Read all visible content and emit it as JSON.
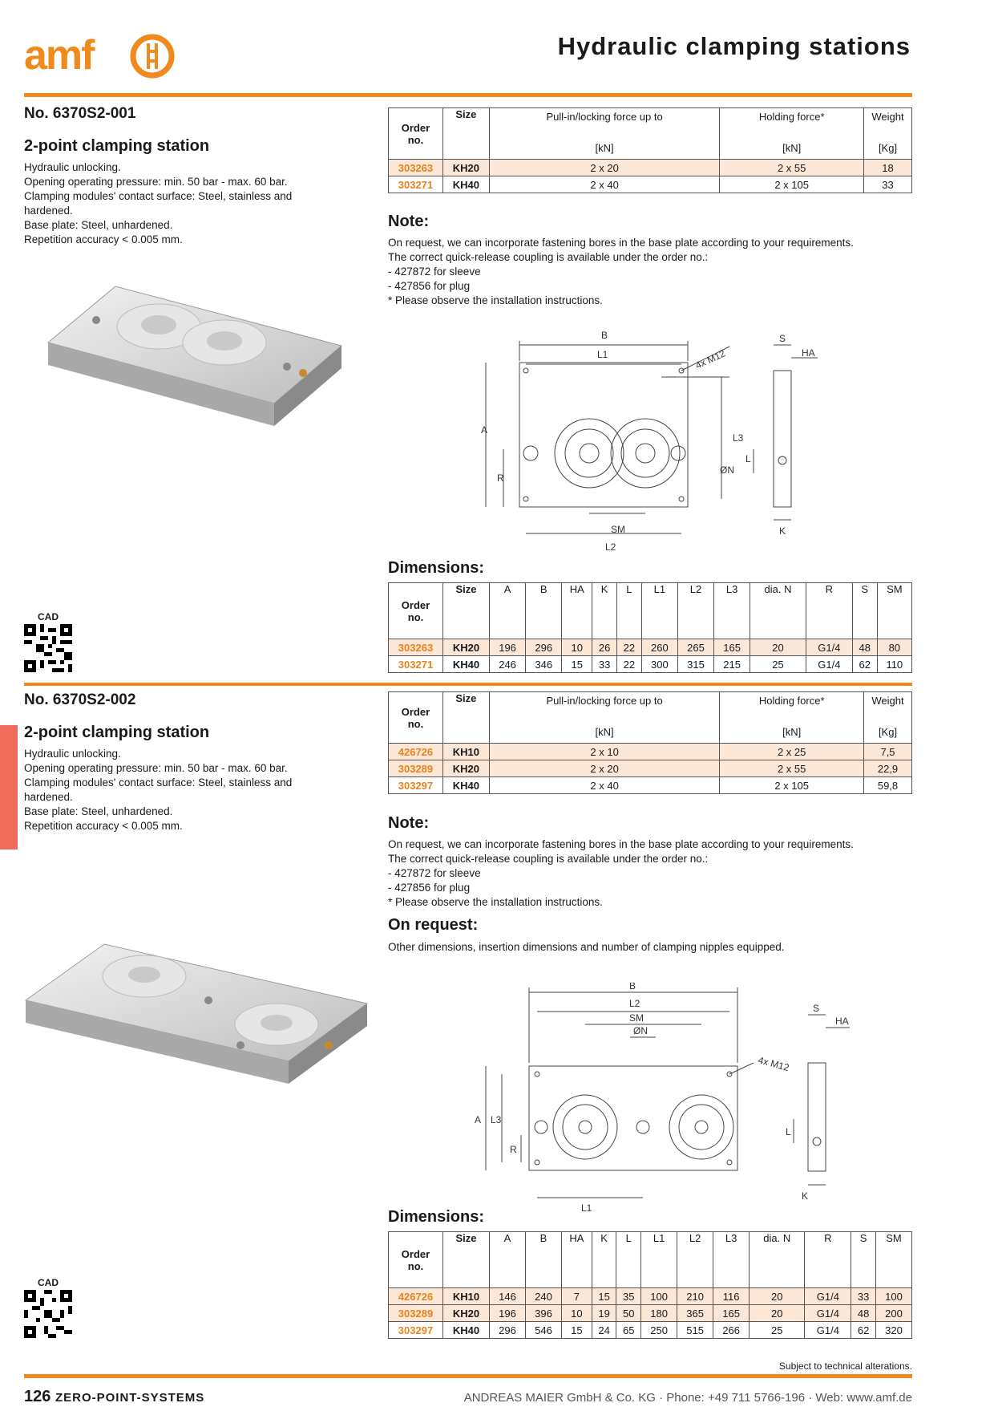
{
  "header": {
    "logo_text": "amf",
    "title": "Hydraulic clamping stations",
    "colors": {
      "accent": "#f08a1c",
      "side_tab": "#ef6c5a",
      "row_tint": "#fce6d6"
    }
  },
  "sections": [
    {
      "product_no": "No. 6370S2-001",
      "product_name": "2-point clamping station",
      "description": [
        "Hydraulic unlocking.",
        "Opening operating pressure: min. 50 bar - max. 60 bar.",
        "Clamping modules' contact surface: Steel, stainless and",
        "hardened.",
        "Base plate: Steel, unhardened.",
        "Repetition accuracy < 0.005 mm."
      ],
      "force_table": {
        "headers": [
          "Order no.",
          "Size",
          "Pull-in/locking force up to",
          "Holding force*",
          "Weight"
        ],
        "units": [
          "",
          "",
          "[kN]",
          "[kN]",
          "[Kg]"
        ],
        "rows": [
          [
            "303263",
            "KH20",
            "2 x 20",
            "2 x 55",
            "18"
          ],
          [
            "303271",
            "KH40",
            "2 x 40",
            "2 x 105",
            "33"
          ]
        ]
      },
      "note_heading": "Note:",
      "note_lines": [
        "On request, we can incorporate fastening bores in the base plate according to your requirements.",
        "The correct quick-release coupling is available under the order no.:",
        "- 427872 for sleeve",
        "- 427856 for plug",
        "* Please observe the installation instructions."
      ],
      "drawing_labels": [
        "B",
        "L1",
        "4x M12",
        "A",
        "R",
        "ØN",
        "L3",
        "SM",
        "L2",
        "S",
        "HA",
        "L",
        "K"
      ],
      "dimensions_heading": "Dimensions:",
      "dim_table": {
        "headers": [
          "Order no.",
          "Size",
          "A",
          "B",
          "HA",
          "K",
          "L",
          "L1",
          "L2",
          "L3",
          "dia. N",
          "R",
          "S",
          "SM"
        ],
        "rows": [
          [
            "303263",
            "KH20",
            "196",
            "296",
            "10",
            "26",
            "22",
            "260",
            "265",
            "165",
            "20",
            "G1/4",
            "48",
            "80"
          ],
          [
            "303271",
            "KH40",
            "246",
            "346",
            "15",
            "33",
            "22",
            "300",
            "315",
            "215",
            "25",
            "G1/4",
            "62",
            "110"
          ]
        ]
      },
      "cad_label": "CAD"
    },
    {
      "product_no": "No. 6370S2-002",
      "product_name": "2-point clamping station",
      "description": [
        "Hydraulic unlocking.",
        "Opening operating pressure: min. 50 bar - max. 60 bar.",
        "Clamping modules' contact surface: Steel, stainless and",
        "hardened.",
        "Base plate: Steel, unhardened.",
        "Repetition accuracy < 0.005 mm."
      ],
      "force_table": {
        "headers": [
          "Order no.",
          "Size",
          "Pull-in/locking force up to",
          "Holding force*",
          "Weight"
        ],
        "units": [
          "",
          "",
          "[kN]",
          "[kN]",
          "[Kg]"
        ],
        "rows": [
          [
            "426726",
            "KH10",
            "2 x 10",
            "2 x 25",
            "7,5"
          ],
          [
            "303289",
            "KH20",
            "2 x 20",
            "2 x 55",
            "22,9"
          ],
          [
            "303297",
            "KH40",
            "2 x 40",
            "2 x 105",
            "59,8"
          ]
        ]
      },
      "note_heading": "Note:",
      "note_lines": [
        "On request, we can incorporate fastening bores in the base plate according to your requirements.",
        "The correct quick-release coupling is available under the order no.:",
        "- 427872 for sleeve",
        "- 427856 for plug",
        "* Please observe the installation instructions."
      ],
      "request_heading": "On request:",
      "request_text": "Other dimensions, insertion dimensions and number of clamping nipples equipped.",
      "drawing_labels": [
        "B",
        "L2",
        "SM",
        "ØN",
        "4x M12",
        "A",
        "L3",
        "R",
        "L1",
        "S",
        "HA",
        "L",
        "K"
      ],
      "dimensions_heading": "Dimensions:",
      "dim_table": {
        "headers": [
          "Order no.",
          "Size",
          "A",
          "B",
          "HA",
          "K",
          "L",
          "L1",
          "L2",
          "L3",
          "dia. N",
          "R",
          "S",
          "SM"
        ],
        "rows": [
          [
            "426726",
            "KH10",
            "146",
            "240",
            "7",
            "15",
            "35",
            "100",
            "210",
            "116",
            "20",
            "G1/4",
            "33",
            "100"
          ],
          [
            "303289",
            "KH20",
            "196",
            "396",
            "10",
            "19",
            "50",
            "180",
            "365",
            "165",
            "20",
            "G1/4",
            "48",
            "200"
          ],
          [
            "303297",
            "KH40",
            "296",
            "546",
            "15",
            "24",
            "65",
            "250",
            "515",
            "266",
            "25",
            "G1/4",
            "62",
            "320"
          ]
        ]
      },
      "cad_label": "CAD"
    }
  ],
  "footer": {
    "subject": "Subject to technical alterations.",
    "page_number": "126",
    "section_name": "ZERO-POINT-SYSTEMS",
    "company": "ANDREAS MAIER GmbH & Co. KG · Phone: +49 711 5766-196 · Web: www.amf.de"
  }
}
